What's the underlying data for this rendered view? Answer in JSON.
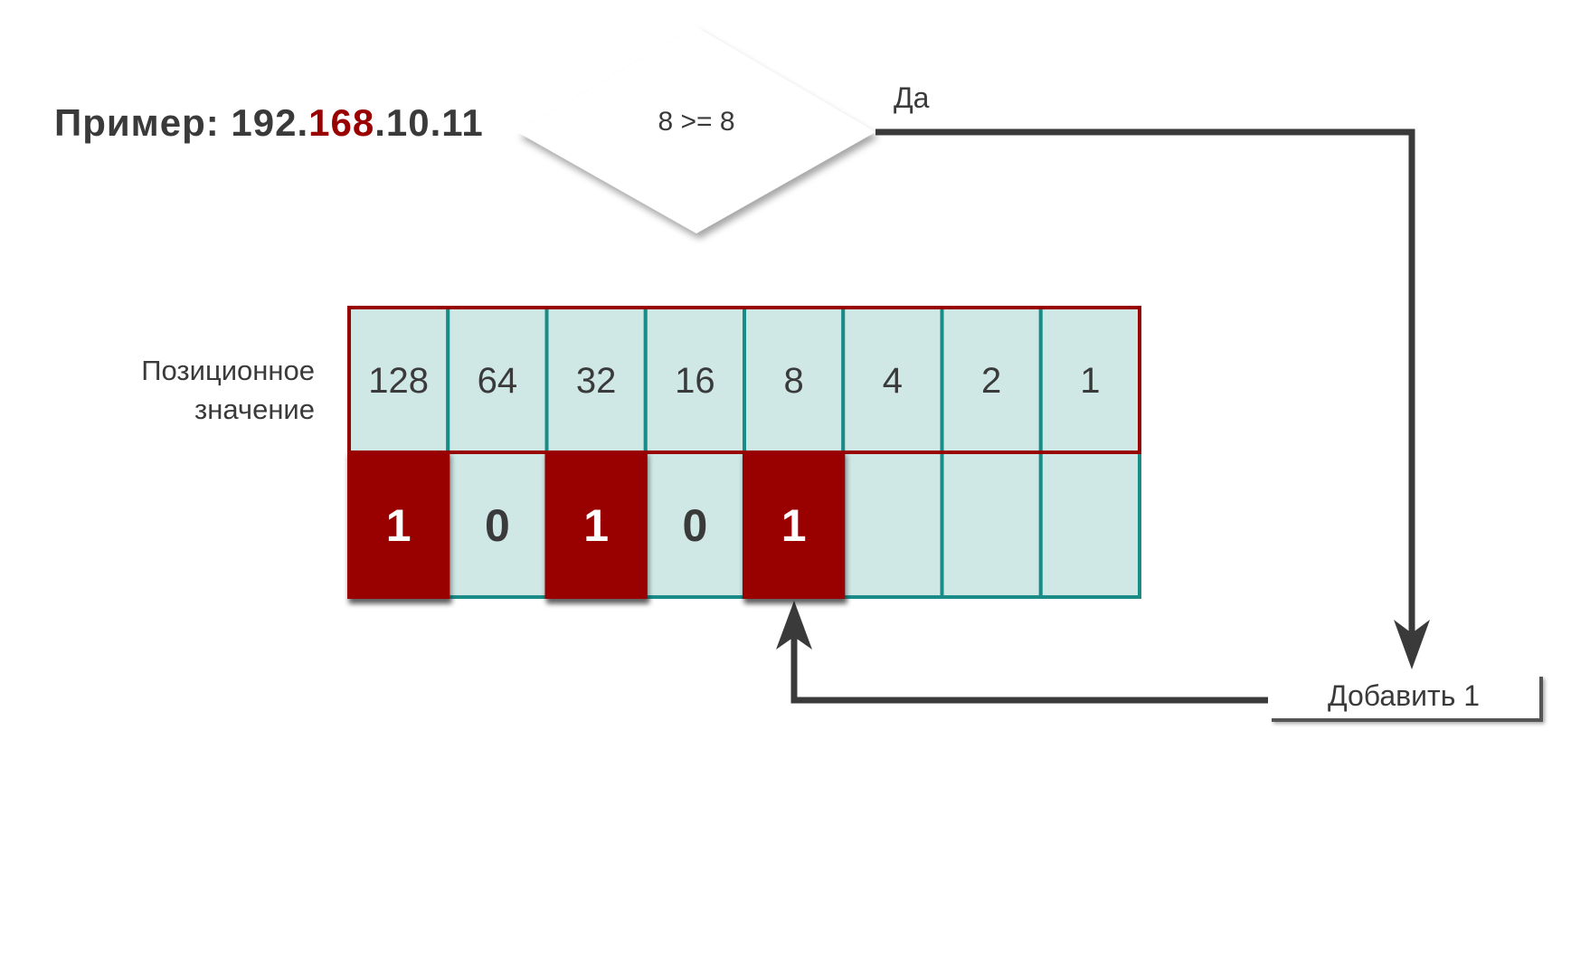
{
  "title": {
    "prefix": "Пример: ",
    "ip_part1": "192.",
    "ip_highlight": "168",
    "ip_part2": ".10.11"
  },
  "decision": {
    "condition": "8 >= 8",
    "yes_label": "Да"
  },
  "row_label": {
    "line1": "Позиционное",
    "line2": "значение"
  },
  "positional_values": [
    "128",
    "64",
    "32",
    "16",
    "8",
    "4",
    "2",
    "1"
  ],
  "bits": [
    "1",
    "0",
    "1",
    "0",
    "1",
    "",
    "",
    ""
  ],
  "action": {
    "label": "Добавить 1"
  },
  "colors": {
    "cell_bg": "#cfe8e6",
    "teal_border": "#1a8c88",
    "red_border": "#990000",
    "bit_set_bg": "#990000",
    "arrow": "#3a3a3a"
  }
}
